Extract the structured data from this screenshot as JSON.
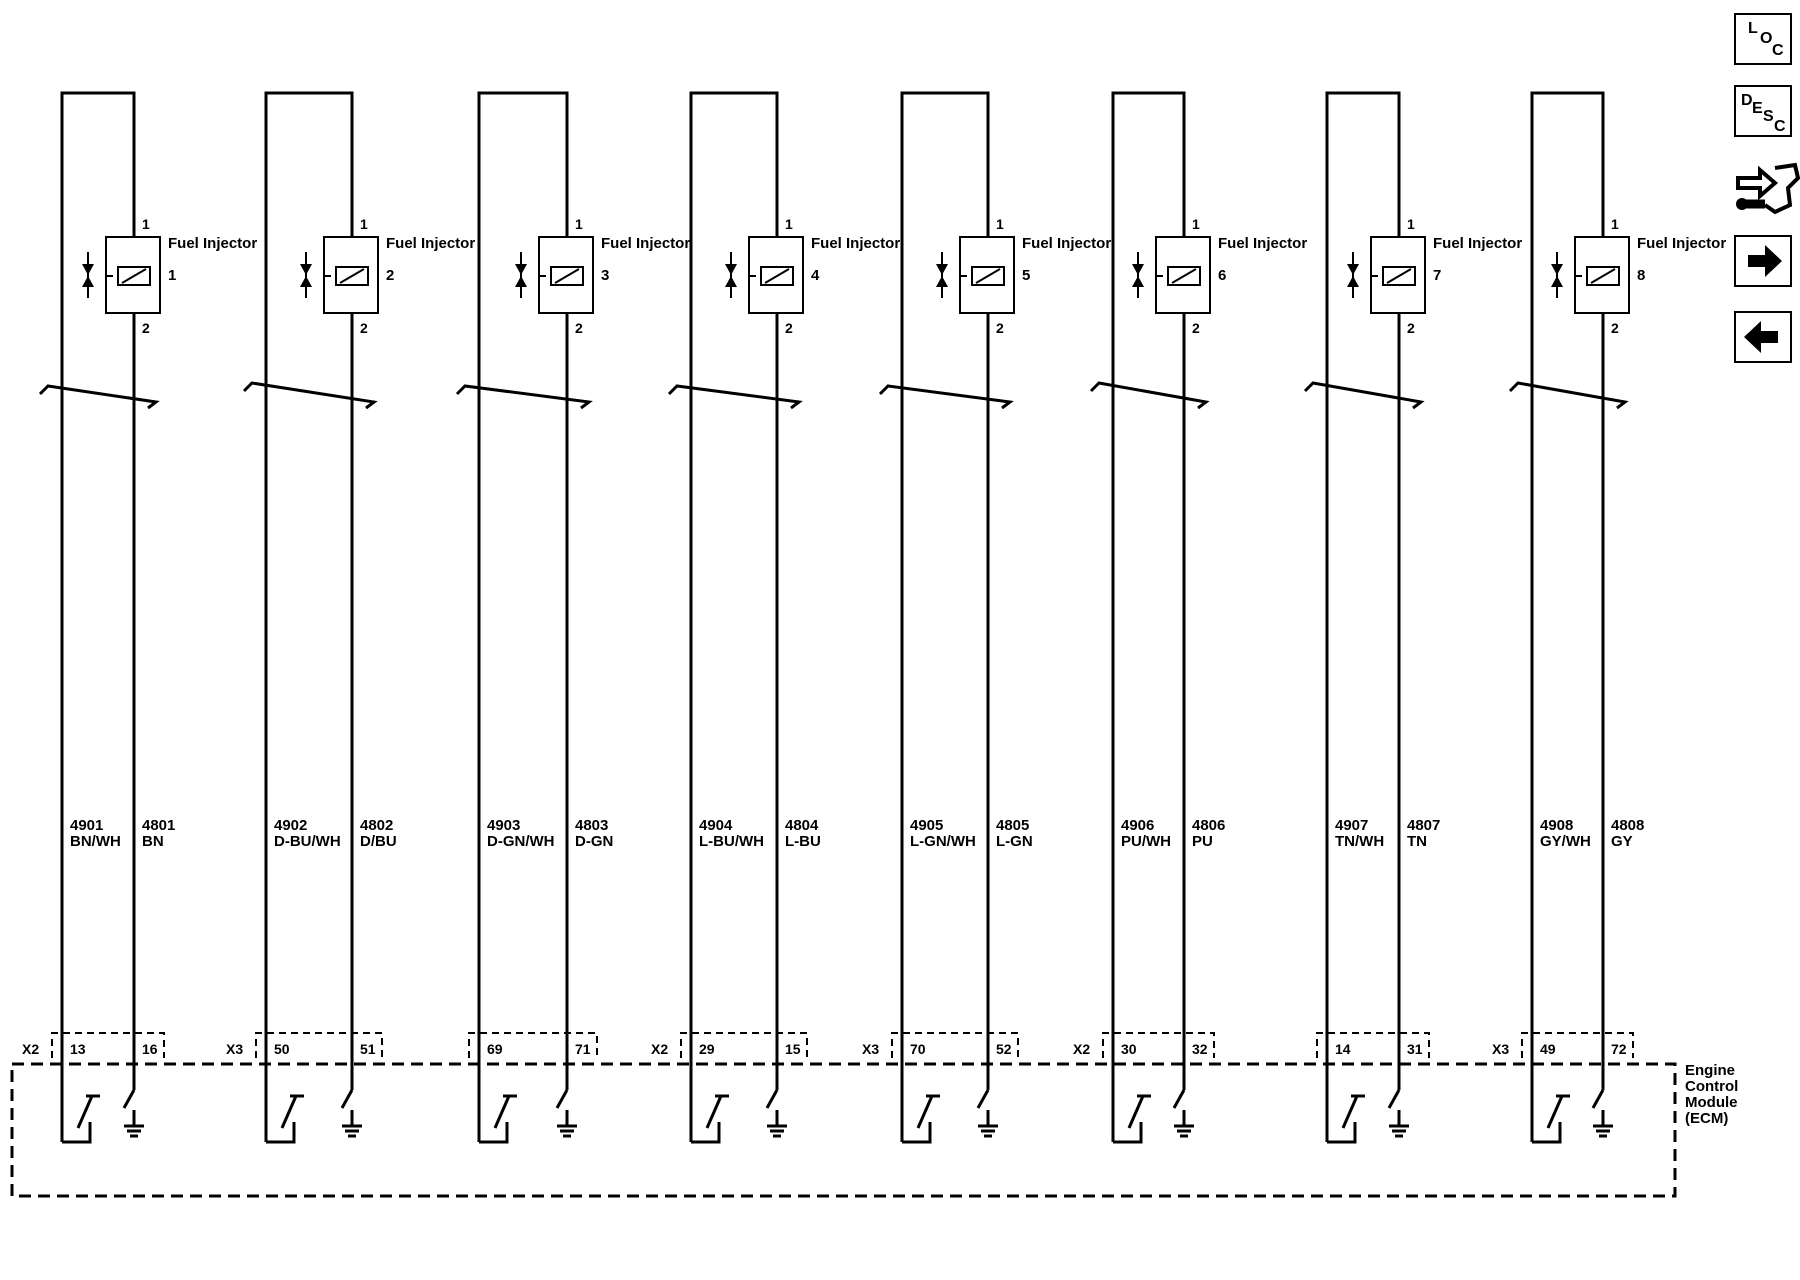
{
  "injector_label": "Fuel Injector",
  "pin_top": "1",
  "pin_bottom": "2",
  "injectors": [
    {
      "num": "1",
      "ckt_a": "4901",
      "color_a": "BN/WH",
      "ckt_b": "4801",
      "color_b": "BN",
      "conn": "X2",
      "pin_a": "13",
      "pin_b": "16"
    },
    {
      "num": "2",
      "ckt_a": "4902",
      "color_a": "D-BU/WH",
      "ckt_b": "4802",
      "color_b": "D/BU",
      "conn": "X3",
      "pin_a": "50",
      "pin_b": "51"
    },
    {
      "num": "3",
      "ckt_a": "4903",
      "color_a": "D-GN/WH",
      "ckt_b": "4803",
      "color_b": "D-GN",
      "conn": "",
      "pin_a": "69",
      "pin_b": "71"
    },
    {
      "num": "4",
      "ckt_a": "4904",
      "color_a": "L-BU/WH",
      "ckt_b": "4804",
      "color_b": "L-BU",
      "conn": "X2",
      "pin_a": "29",
      "pin_b": "15"
    },
    {
      "num": "5",
      "ckt_a": "4905",
      "color_a": "L-GN/WH",
      "ckt_b": "4805",
      "color_b": "L-GN",
      "conn": "X3",
      "pin_a": "70",
      "pin_b": "52"
    },
    {
      "num": "6",
      "ckt_a": "4906",
      "color_a": "PU/WH",
      "ckt_b": "4806",
      "color_b": "PU",
      "conn": "X2",
      "pin_a": "30",
      "pin_b": "32"
    },
    {
      "num": "7",
      "ckt_a": "4907",
      "color_a": "TN/WH",
      "ckt_b": "4807",
      "color_b": "TN",
      "conn": "",
      "pin_a": "14",
      "pin_b": "31"
    },
    {
      "num": "8",
      "ckt_a": "4908",
      "color_a": "GY/WH",
      "ckt_b": "4808",
      "color_b": "GY",
      "conn": "X3",
      "pin_a": "49",
      "pin_b": "72"
    }
  ],
  "ecm_label": [
    "Engine",
    "Control",
    "Module",
    "(ECM)"
  ],
  "nav": {
    "loc": [
      "L",
      "O",
      "C"
    ],
    "desc": [
      "D",
      "E",
      "S",
      "C"
    ],
    "next_icon": "arrow-right-icon",
    "prev_icon": "arrow-left-icon",
    "connector_icon": "connector-icon"
  }
}
